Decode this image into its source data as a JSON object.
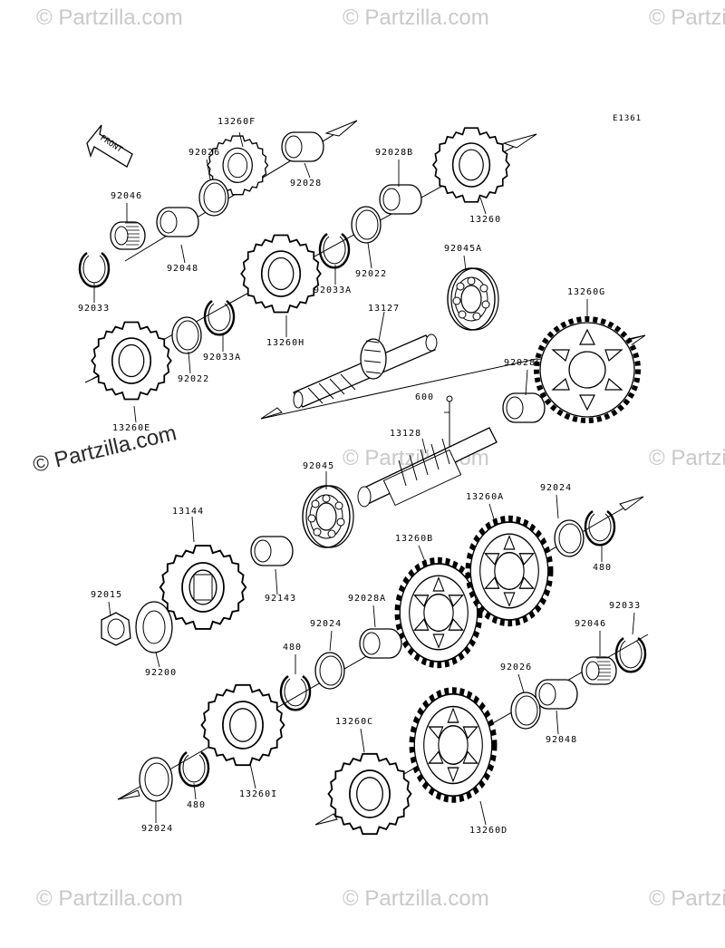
{
  "diagram_code": "E1361",
  "front_label": "FRONT",
  "watermarks": {
    "primary": "© Partzilla.com",
    "faint": "© Partzilla.com"
  },
  "parts": [
    {
      "id": "13260F"
    },
    {
      "id": "92026"
    },
    {
      "id": "92028"
    },
    {
      "id": "92028B"
    },
    {
      "id": "13260"
    },
    {
      "id": "92046"
    },
    {
      "id": "92048"
    },
    {
      "id": "92033"
    },
    {
      "id": "92022"
    },
    {
      "id": "92033A"
    },
    {
      "id": "13260H"
    },
    {
      "id": "92045A"
    },
    {
      "id": "13127"
    },
    {
      "id": "13260G"
    },
    {
      "id": "92028C"
    },
    {
      "id": "600"
    },
    {
      "id": "13128"
    },
    {
      "id": "13260E"
    },
    {
      "id": "92045"
    },
    {
      "id": "13144"
    },
    {
      "id": "92143"
    },
    {
      "id": "13260B"
    },
    {
      "id": "13260A"
    },
    {
      "id": "92024"
    },
    {
      "id": "480"
    },
    {
      "id": "92015"
    },
    {
      "id": "92200"
    },
    {
      "id": "92028A"
    },
    {
      "id": "13260C"
    },
    {
      "id": "13260I"
    },
    {
      "id": "13260D"
    }
  ],
  "labels": {
    "l_13260F": "13260F",
    "l_92026a": "92026",
    "l_92028": "92028",
    "l_92028B": "92028B",
    "l_13260": "13260",
    "l_92046a": "92046",
    "l_92048a": "92048",
    "l_92033a": "92033",
    "l_92022a": "92022",
    "l_92033A1": "92033A",
    "l_92022b": "92022",
    "l_92033A2": "92033A",
    "l_13260H": "13260H",
    "l_92045A": "92045A",
    "l_13127": "13127",
    "l_13260G": "13260G",
    "l_92028C": "92028C",
    "l_600": "600",
    "l_13128": "13128",
    "l_13260E": "13260E",
    "l_92045": "92045",
    "l_13144": "13144",
    "l_92143": "92143",
    "l_13260B": "13260B",
    "l_13260A": "13260A",
    "l_92024a": "92024",
    "l_480a": "480",
    "l_92015": "92015",
    "l_92200": "92200",
    "l_92028A": "92028A",
    "l_92024b": "92024",
    "l_480b": "480",
    "l_92033b": "92033",
    "l_92046b": "92046",
    "l_92026b": "92026",
    "l_92048b": "92048",
    "l_13260C": "13260C",
    "l_13260I": "13260I",
    "l_480c": "480",
    "l_92024c": "92024",
    "l_13260D": "13260D"
  }
}
